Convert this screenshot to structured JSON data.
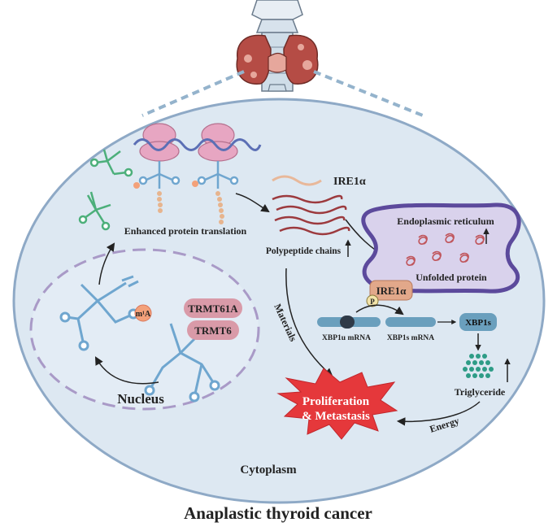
{
  "title": "Anaplastic thyroid cancer",
  "labels": {
    "enhanced_translation": "Enhanced protein translation",
    "ire1a_top": "IRE1α",
    "polypeptide": "Polypeptide chains",
    "er": "Endoplasmic reticulum",
    "unfolded": "Unfolded protein",
    "ire1a_box": "IRE1α",
    "phospho": "P",
    "xbp1u": "XBP1u mRNA",
    "xbp1s_mrna": "XBP1s mRNA",
    "xbp1s": "XBP1s",
    "triglyceride": "Triglyceride",
    "energy": "Energy",
    "materials": "Materials",
    "proliferation_line1": "Proliferation",
    "proliferation_line2": "& Metastasis",
    "m1a": "m¹A",
    "trmt61a": "TRMT61A",
    "trmt6": "TRMT6",
    "nucleus": "Nucleus",
    "cytoplasm": "Cytoplasm"
  },
  "colors": {
    "cell_fill": "#dde8f2",
    "cell_stroke": "#8ea9c6",
    "trna": "#6fa6cf",
    "trna_green": "#4caf7a",
    "ribosome": "#e7a6c2",
    "mrna_wave": "#5b6fb5",
    "peptide": "#9c3a3e",
    "er_fill": "#d9d2ec",
    "er_stroke": "#5c4a9c",
    "trmt": "#d99aa8",
    "ire1a": "#e2a88a",
    "burst": "#e5383b",
    "triglyceride": "#2e9c86",
    "nucleus_stroke": "#a99ac7",
    "thyroid": "#b54c45"
  }
}
